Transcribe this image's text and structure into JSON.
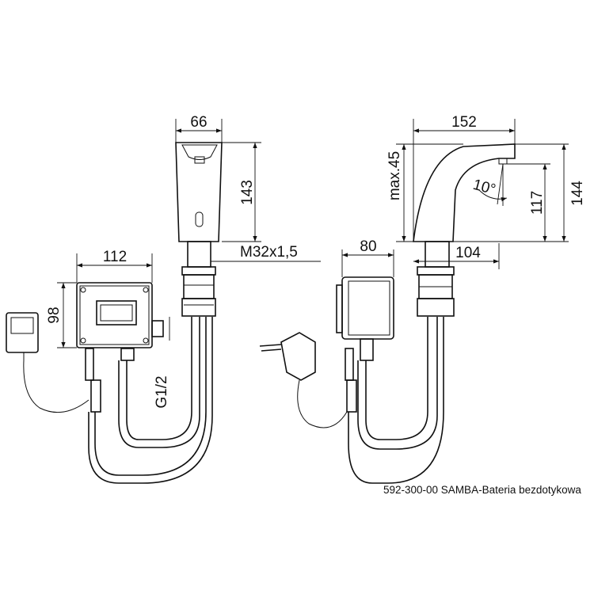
{
  "front_view": {
    "dim_width": "66",
    "dim_height": "143",
    "thread": "M32x1,5",
    "box_width": "112",
    "box_height": "98",
    "connection": "G1/2"
  },
  "side_view": {
    "dim_length": "152",
    "dim_max": "max.45",
    "angle": "10°",
    "dim_117": "117",
    "dim_144": "144",
    "box_depth": "80",
    "dim_104": "104"
  },
  "caption": "592-300-00 SAMBA-Bateria bezdotykowa"
}
